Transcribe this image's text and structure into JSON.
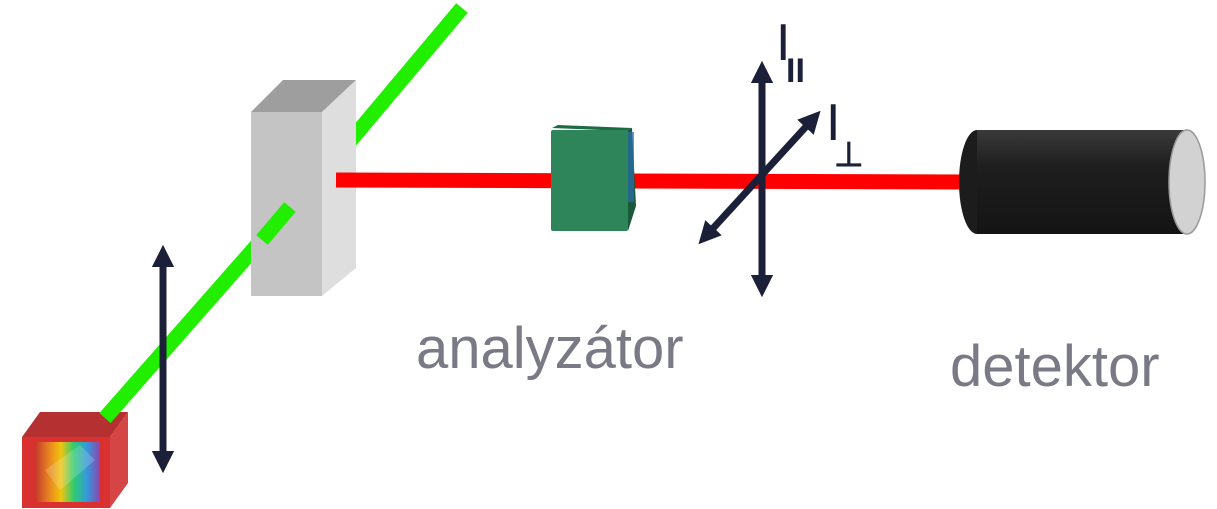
{
  "labels": {
    "analyzer": "analyzátor",
    "detector": "detektor",
    "i_parallel": "I",
    "i_parallel_sub": "II",
    "i_perpendicular": "I",
    "i_perpendicular_sub": "⊥"
  },
  "colors": {
    "background": "#ffffff",
    "green_beam": "#22ee00",
    "red_beam": "#ff0000",
    "arrow": "#1b2038",
    "label_text": "#7a7a86",
    "sample_front": "#c4c4c4",
    "sample_side": "#dedede",
    "sample_top": "#9e9e9e",
    "analyzer_front": "#2e8559",
    "analyzer_top": "#1f6a42",
    "detector_body": "#1c1c1c",
    "detector_face": "#d2d2d2",
    "light_source_red": "#d93030"
  },
  "icons": {
    "light_source": "rainbow-cube-icon",
    "sample": "sample-block-icon",
    "analyzer": "analyzer-cube-icon",
    "detector": "detector-cylinder-icon"
  }
}
